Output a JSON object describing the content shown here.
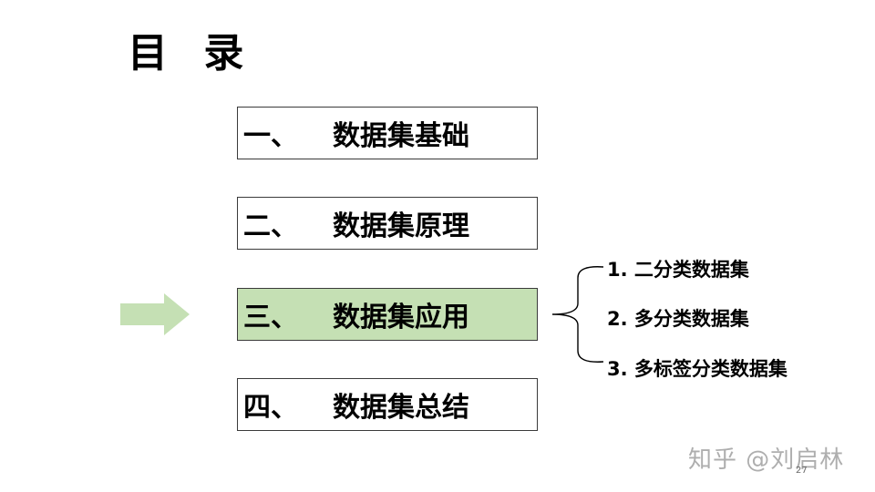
{
  "title": "目 录",
  "toc": [
    {
      "num": "一、",
      "label": "数据集基础",
      "active": false
    },
    {
      "num": "二、",
      "label": "数据集原理",
      "active": false
    },
    {
      "num": "三、",
      "label": "数据集应用",
      "active": true
    },
    {
      "num": "四、",
      "label": "数据集总结",
      "active": false
    }
  ],
  "subitems": [
    "1. 二分类数据集",
    "2. 多分类数据集",
    "3. 多标签分类数据集"
  ],
  "watermark": "知乎 @刘启林",
  "page_number": "27",
  "colors": {
    "active_fill": "#c5e0b4",
    "arrow_fill": "#c5e0b4",
    "border": "#3a3a3a"
  }
}
